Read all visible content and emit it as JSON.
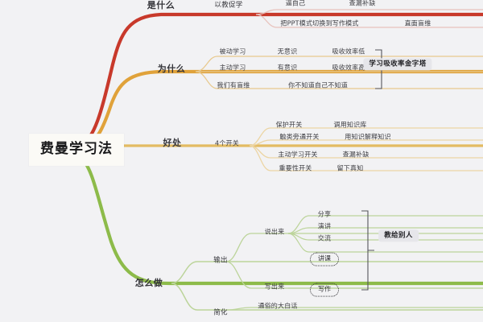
{
  "diagram": {
    "type": "mind-map",
    "title": "费曼学习法",
    "background_color": "#f2f2f4",
    "branch_colors": {
      "what": "#c8392b",
      "why": "#e0a23a",
      "benefit": "#e3bb62",
      "how": "#8dbb4a"
    }
  },
  "root": {
    "label": "费曼学习法"
  },
  "branches": [
    {
      "id": "what",
      "label": "是什么",
      "color": "#c8392b",
      "children": [
        {
          "label": "以教促学",
          "children": [
            {
              "label": "逼自己",
              "children": [
                {
                  "label": "查漏补缺"
                }
              ]
            },
            {
              "label": "把PPT模式切换到写作模式",
              "children": [
                {
                  "label": "直面盲维"
                }
              ]
            }
          ]
        }
      ]
    },
    {
      "id": "why",
      "label": "为什么",
      "color": "#e0a23a",
      "children": [
        {
          "label": "被动学习",
          "children": [
            {
              "label": "无意识"
            },
            {
              "label": "吸收效率低"
            }
          ]
        },
        {
          "label": "主动学习",
          "children": [
            {
              "label": "有意识"
            },
            {
              "label": "吸收效率高"
            }
          ]
        },
        {
          "label": "我们有盲维",
          "children": [
            {
              "label": "你不知道自己不知道"
            }
          ]
        }
      ],
      "bracket_label": "学习吸收率金字塔"
    },
    {
      "id": "benefit",
      "label": "好处",
      "color": "#e3bb62",
      "children": [
        {
          "label": "4个开关",
          "children": [
            {
              "label": "保护开关",
              "children": [
                {
                  "label": "调用知识库"
                }
              ]
            },
            {
              "label": "触类旁通开关",
              "children": [
                {
                  "label": "用知识解释知识"
                }
              ]
            },
            {
              "label": "主动学习开关",
              "children": [
                {
                  "label": "查漏补缺"
                }
              ]
            },
            {
              "label": "重要性开关",
              "children": [
                {
                  "label": "留下真知"
                }
              ]
            }
          ]
        }
      ]
    },
    {
      "id": "how",
      "label": "怎么做",
      "color": "#8dbb4a",
      "children": [
        {
          "label": "输出",
          "children": [
            {
              "label": "说出来",
              "children": [
                {
                  "label": "分享"
                },
                {
                  "label": "演讲"
                },
                {
                  "label": "交流"
                },
                {
                  "label": "讲课",
                  "style": "dashed-box"
                }
              ]
            },
            {
              "label": "写出来",
              "children": [
                {
                  "label": "写作",
                  "style": "dashed-box"
                }
              ]
            }
          ],
          "bracket_label": "教给别人"
        },
        {
          "label": "简化",
          "children": [
            {
              "label": "通俗的大白话"
            }
          ]
        }
      ]
    }
  ]
}
